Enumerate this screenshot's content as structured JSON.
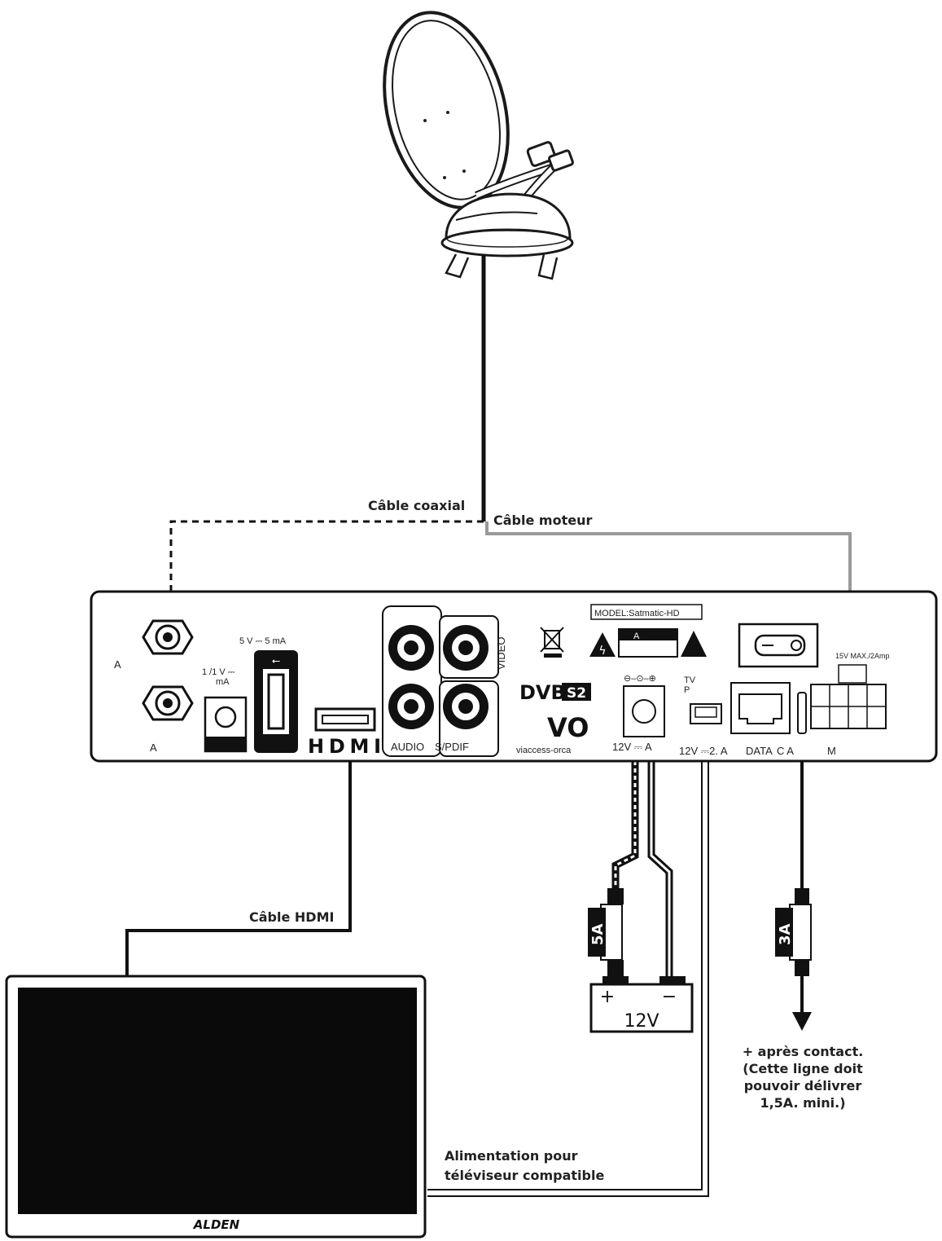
{
  "labels": {
    "coax_cable": "Câble coaxial",
    "motor_cable": "Câble moteur",
    "hdmi_cable": "Câble HDMI",
    "tv_power_1": "Alimentation pour",
    "tv_power_2": "téléviseur compatible",
    "ignition_1": "+ après contact.",
    "ignition_2": "(Cette ligne doit",
    "ignition_3": "pouvoir délivrer",
    "ignition_4": "1,5A. mini.)"
  },
  "receiver": {
    "model": "MODEL:Satmatic-HD",
    "lnb_in": "A",
    "lnb_out": "A",
    "usb_rating": "5 V ⎓ 5   mA",
    "dc_rating_1": "1 /1   V ⎓",
    "dc_rating_2": "mA",
    "hdmi_logo": "HDMI",
    "audio_label": "AUDIO",
    "spdif_label": "S/PDIF",
    "video_label": "VIDEO",
    "dvb_logo_1": "DVB",
    "dvb_logo_2": "S2",
    "vo_logo": "VO",
    "vo_text": "viaccess-orca",
    "warning_text": "A",
    "power_in_1": "12V ⎓ A",
    "power_in_2": "12V ⎓2. A",
    "tv_out_mark_1": "TV",
    "tv_out_mark_2": "P",
    "data_label": "DATA",
    "car_label": "C A",
    "motor_label": "M",
    "motor_rating": "15V MAX./2Amp"
  },
  "fuses": {
    "battery_fuse": "5A",
    "ignition_fuse": "3A"
  },
  "battery": {
    "label": "12V",
    "plus": "+",
    "minus": "−"
  },
  "tv": {
    "brand": "ALDEN"
  }
}
